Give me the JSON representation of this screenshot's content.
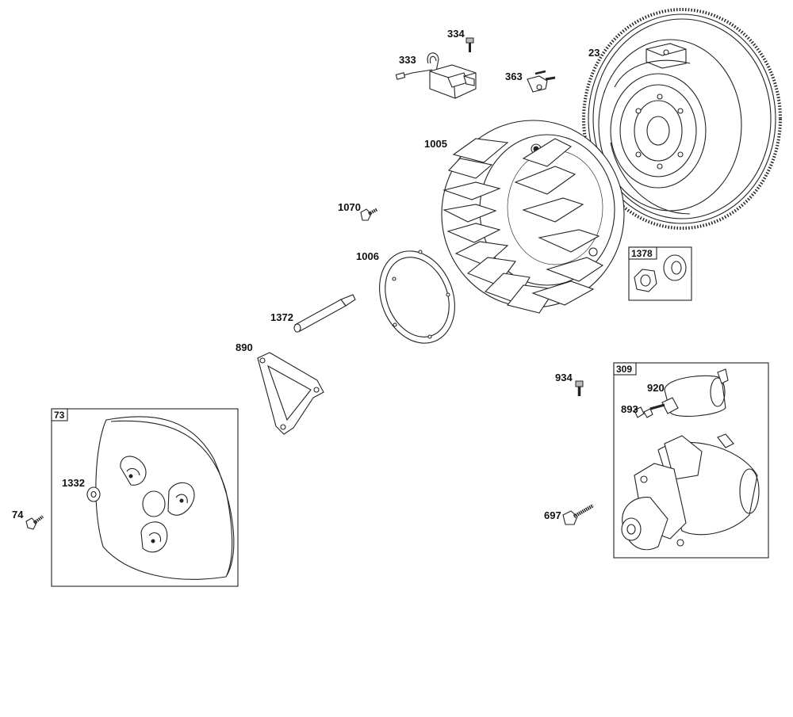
{
  "diagram": {
    "labels": {
      "p334": "334",
      "p333": "333",
      "p363": "363",
      "p23": "23",
      "p1005": "1005",
      "p1070": "1070",
      "p1006": "1006",
      "p1378": "1378",
      "p1372": "1372",
      "p890": "890",
      "p934": "934",
      "p309": "309",
      "p920": "920",
      "p893": "893",
      "p73": "73",
      "p1332": "1332",
      "p74": "74",
      "p697": "697"
    }
  }
}
